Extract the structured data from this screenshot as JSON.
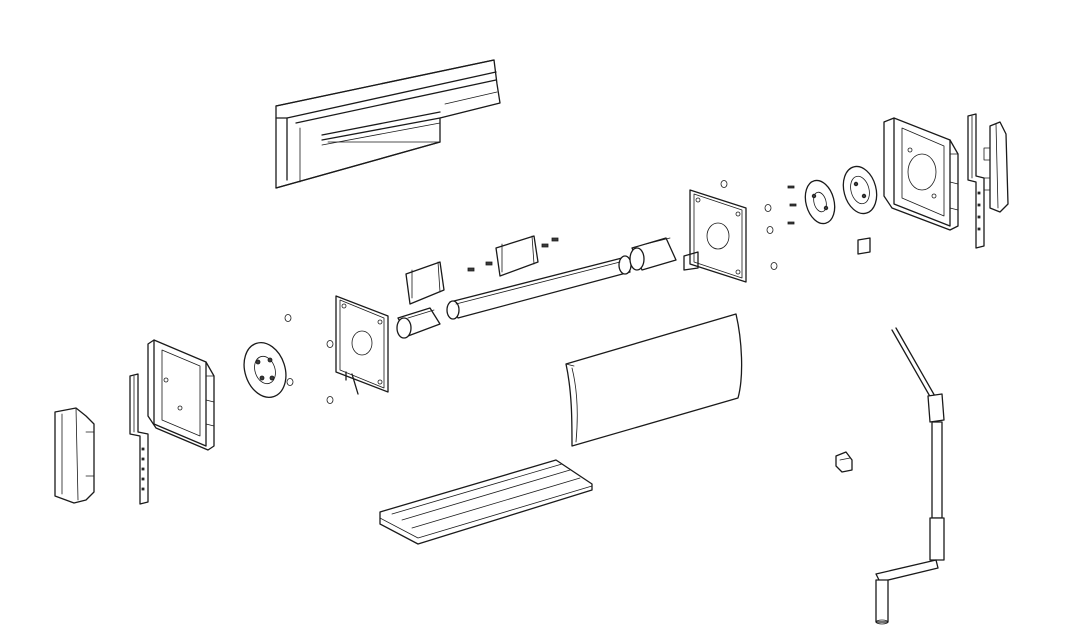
{
  "diagram": {
    "kind": "exploded-view",
    "colors": {
      "line": "#1a1a1a",
      "background": "#ffffff",
      "shade": "#e9e9e9"
    },
    "parts": [
      "top-cover-profile",
      "left-end-cap",
      "left-guide-rail",
      "left-side-bracket",
      "left-bearing-disc",
      "left-mounting-plate",
      "left-shaft-adapter",
      "roller-tube",
      "tube-clip",
      "right-shaft-adapter",
      "right-mounting-plate",
      "right-bearing-disc",
      "right-gear-disc",
      "right-side-bracket",
      "right-guide-rail",
      "right-end-cap",
      "front-cover-panel",
      "bottom-slat",
      "crank-rod",
      "strap-hook",
      "screw"
    ]
  }
}
